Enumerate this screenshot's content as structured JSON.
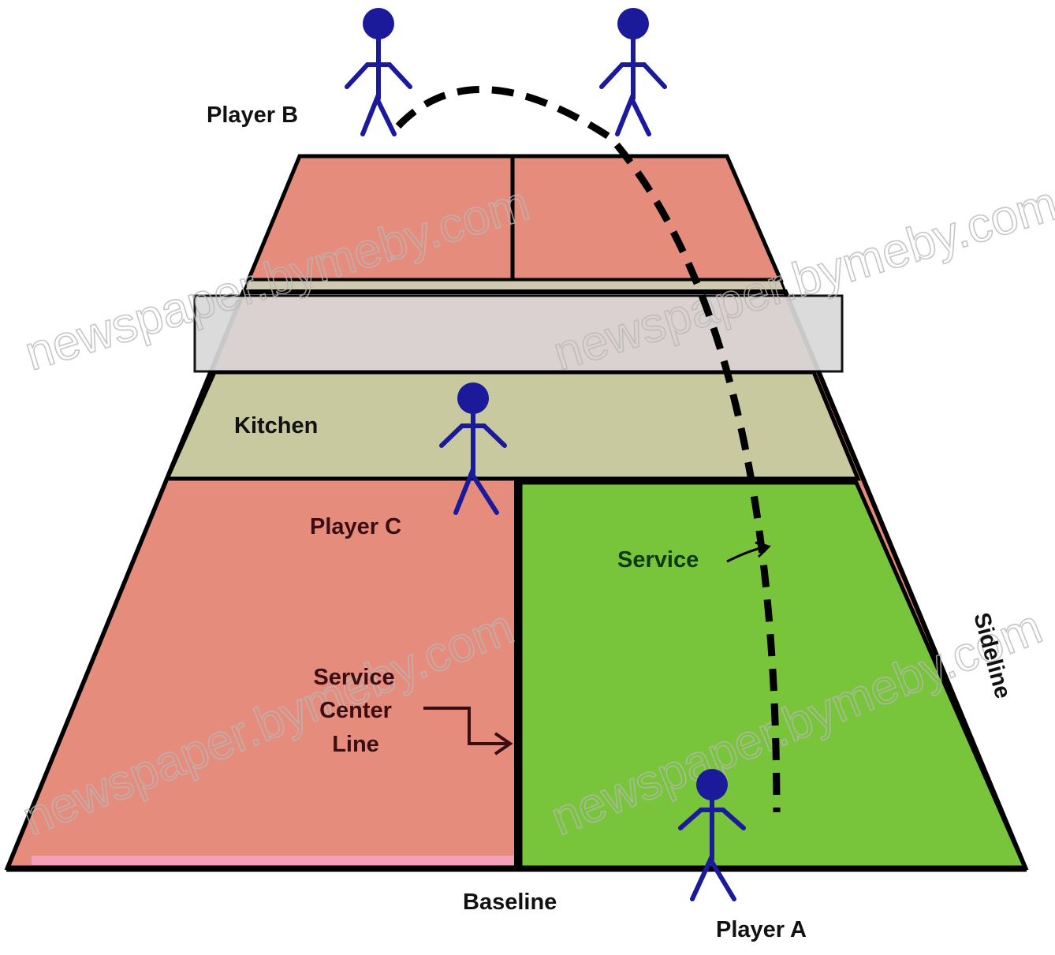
{
  "labels": {
    "player_b": "Player B",
    "kitchen": "Kitchen",
    "player_c": "Player C",
    "service": "Service",
    "service_center_line": [
      "Service",
      "Center",
      "Line"
    ],
    "sideline": "Sideline",
    "baseline": "Baseline",
    "player_a": "Player A"
  },
  "watermark": "newspaper.bymeby.com",
  "colors": {
    "court_pink": "#e58c7d",
    "service_green": "#78c43a",
    "kitchen_tan": "#c9c9a0",
    "net_gray": "#d9d9d9",
    "player_blue": "#1a1a9a",
    "outline": "#000000"
  }
}
